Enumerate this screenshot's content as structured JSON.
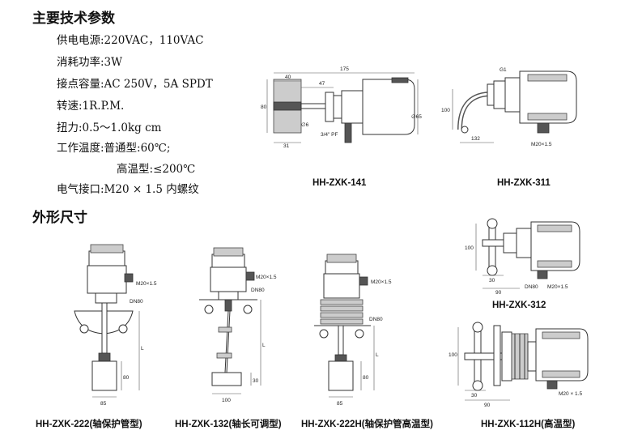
{
  "heading_specs": "主要技术参数",
  "specs": {
    "power": "供电电源:220VAC，110VAC",
    "consumption": "消耗功率:3W",
    "contact": "接点容量:AC 250V，5A SPDT",
    "speed": "转速:1R.P.M.",
    "torque": "扭力:0.5～1.0kg cm",
    "temp_normal": "工作温度:普通型:60℃;",
    "temp_high": "高温型:≤200℃",
    "electrical": "电气接口:M20 × 1.5 内螺纹"
  },
  "heading_dims": "外形尺寸",
  "models": {
    "m141": "HH-ZXK-141",
    "m311": "HH-ZXK-311",
    "m312": "HH-ZXK-312",
    "m222": "HH-ZXK-222(轴保护管型)",
    "m132": "HH-ZXK-132(轴长可调型)",
    "m222h": "HH-ZXK-222H(轴保护管高温型)",
    "m112h": "HH-ZXK-112H(高温型)"
  },
  "dims": {
    "d175": "175",
    "d40": "40",
    "d47": "47",
    "d80": "80",
    "d6": "∅6",
    "d31": "31",
    "d34pf": "3/4\" PF",
    "d65": "∅65",
    "g1": "G1",
    "d100": "100",
    "d132": "132",
    "m20": "M20×1.5",
    "m20b": "M20 × 1.5",
    "dn80": "DN80",
    "l": "L",
    "d85": "85",
    "d30": "30",
    "d90": "90"
  }
}
